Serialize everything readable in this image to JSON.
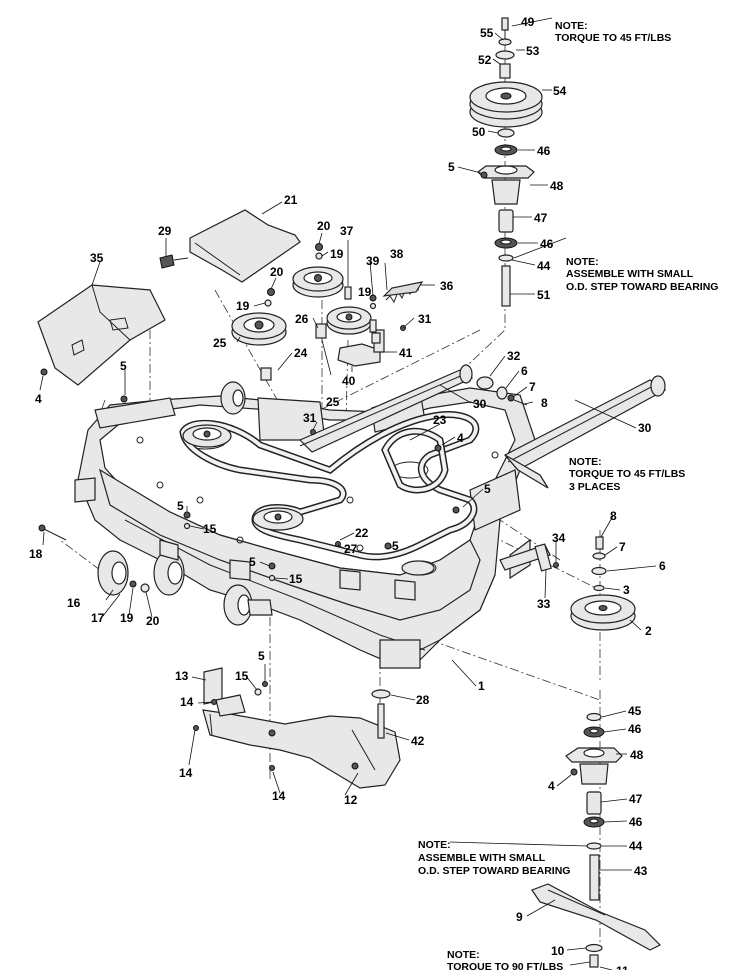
{
  "callouts": [
    {
      "id": "c49",
      "text": "49"
    },
    {
      "id": "c55",
      "text": "55"
    },
    {
      "id": "c53",
      "text": "53"
    },
    {
      "id": "c52",
      "text": "52"
    },
    {
      "id": "c54",
      "text": "54"
    },
    {
      "id": "c50",
      "text": "50"
    },
    {
      "id": "c46a",
      "text": "46"
    },
    {
      "id": "c5a",
      "text": "5"
    },
    {
      "id": "c48a",
      "text": "48"
    },
    {
      "id": "c47a",
      "text": "47"
    },
    {
      "id": "c46b",
      "text": "46"
    },
    {
      "id": "c44a",
      "text": "44"
    },
    {
      "id": "c51",
      "text": "51"
    },
    {
      "id": "c21",
      "text": "21"
    },
    {
      "id": "c29",
      "text": "29"
    },
    {
      "id": "c20a",
      "text": "20"
    },
    {
      "id": "c19a",
      "text": "19"
    },
    {
      "id": "c37",
      "text": "37"
    },
    {
      "id": "c38",
      "text": "38"
    },
    {
      "id": "c39",
      "text": "39"
    },
    {
      "id": "c19b",
      "text": "19"
    },
    {
      "id": "c36",
      "text": "36"
    },
    {
      "id": "c35",
      "text": "35"
    },
    {
      "id": "c20b",
      "text": "20"
    },
    {
      "id": "c19c",
      "text": "19"
    },
    {
      "id": "c26",
      "text": "26"
    },
    {
      "id": "c31a",
      "text": "31"
    },
    {
      "id": "c25a",
      "text": "25"
    },
    {
      "id": "c24",
      "text": "24"
    },
    {
      "id": "c41",
      "text": "41"
    },
    {
      "id": "c40",
      "text": "40"
    },
    {
      "id": "c25b",
      "text": "25"
    },
    {
      "id": "c32",
      "text": "32"
    },
    {
      "id": "c6a",
      "text": "6"
    },
    {
      "id": "c7a",
      "text": "7"
    },
    {
      "id": "c8a",
      "text": "8"
    },
    {
      "id": "c5b",
      "text": "5"
    },
    {
      "id": "c4a",
      "text": "4"
    },
    {
      "id": "c30a",
      "text": "30"
    },
    {
      "id": "c31b",
      "text": "31"
    },
    {
      "id": "c23",
      "text": "23"
    },
    {
      "id": "c4b",
      "text": "4"
    },
    {
      "id": "c30b",
      "text": "30"
    },
    {
      "id": "c5c",
      "text": "5"
    },
    {
      "id": "c8b",
      "text": "8"
    },
    {
      "id": "c5d",
      "text": "5"
    },
    {
      "id": "c15a",
      "text": "15"
    },
    {
      "id": "c22",
      "text": "22"
    },
    {
      "id": "c27",
      "text": "27"
    },
    {
      "id": "c18",
      "text": "18"
    },
    {
      "id": "c34",
      "text": "34"
    },
    {
      "id": "c7b",
      "text": "7"
    },
    {
      "id": "c6b",
      "text": "6"
    },
    {
      "id": "c5e",
      "text": "5"
    },
    {
      "id": "c15b",
      "text": "15"
    },
    {
      "id": "c5f",
      "text": "5"
    },
    {
      "id": "c3",
      "text": "3"
    },
    {
      "id": "c33",
      "text": "33"
    },
    {
      "id": "c2",
      "text": "2"
    },
    {
      "id": "c16",
      "text": "16"
    },
    {
      "id": "c17",
      "text": "17"
    },
    {
      "id": "c19d",
      "text": "19"
    },
    {
      "id": "c20c",
      "text": "20"
    },
    {
      "id": "c1",
      "text": "1"
    },
    {
      "id": "c5g",
      "text": "5"
    },
    {
      "id": "c13",
      "text": "13"
    },
    {
      "id": "c15c",
      "text": "15"
    },
    {
      "id": "c14a",
      "text": "14"
    },
    {
      "id": "c28",
      "text": "28"
    },
    {
      "id": "c45",
      "text": "45"
    },
    {
      "id": "c46c",
      "text": "46"
    },
    {
      "id": "c42",
      "text": "42"
    },
    {
      "id": "c48b",
      "text": "48"
    },
    {
      "id": "c4c",
      "text": "4"
    },
    {
      "id": "c14b",
      "text": "14"
    },
    {
      "id": "c14c",
      "text": "14"
    },
    {
      "id": "c12",
      "text": "12"
    },
    {
      "id": "c47b",
      "text": "47"
    },
    {
      "id": "c46d",
      "text": "46"
    },
    {
      "id": "c44b",
      "text": "44"
    },
    {
      "id": "c43",
      "text": "43"
    },
    {
      "id": "c9",
      "text": "9"
    },
    {
      "id": "c10",
      "text": "10"
    },
    {
      "id": "c11",
      "text": "11"
    }
  ],
  "notes": [
    {
      "id": "n1",
      "lines": [
        "NOTE:",
        "TORQUE TO 45 FT/LBS"
      ]
    },
    {
      "id": "n2",
      "lines": [
        "NOTE:",
        "ASSEMBLE WITH SMALL",
        "O.D. STEP TOWARD BEARING"
      ]
    },
    {
      "id": "n3",
      "lines": [
        "NOTE:",
        "TORQUE TO 45 FT/LBS",
        "3 PLACES"
      ]
    },
    {
      "id": "n4",
      "lines": [
        "NOTE:",
        "ASSEMBLE WITH SMALL",
        "O.D. STEP TOWARD BEARING"
      ]
    },
    {
      "id": "n5",
      "lines": [
        "NOTE:",
        "TORQUE TO 90 FT/LBS"
      ]
    }
  ]
}
